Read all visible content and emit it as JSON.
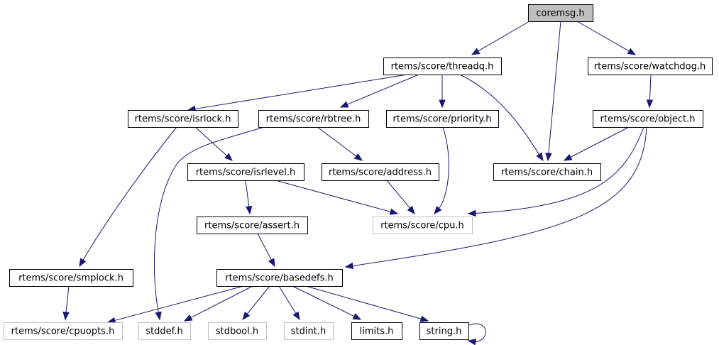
{
  "diagram": {
    "type": "include-dependency-graph",
    "root": "coremsg.h",
    "colors": {
      "edge": "#191970",
      "root_fill": "#bfbfbf",
      "node_border": "#000000",
      "external_border": "#bfbfbf"
    },
    "nodes": [
      {
        "id": "coremsg",
        "label": "coremsg.h",
        "kind": "root"
      },
      {
        "id": "threadq",
        "label": "rtems/score/threadq.h",
        "kind": "normal"
      },
      {
        "id": "watchdog",
        "label": "rtems/score/watchdog.h",
        "kind": "normal"
      },
      {
        "id": "isrlock",
        "label": "rtems/score/isrlock.h",
        "kind": "normal"
      },
      {
        "id": "rbtree",
        "label": "rtems/score/rbtree.h",
        "kind": "normal"
      },
      {
        "id": "priority",
        "label": "rtems/score/priority.h",
        "kind": "normal"
      },
      {
        "id": "object",
        "label": "rtems/score/object.h",
        "kind": "normal"
      },
      {
        "id": "isrlevel",
        "label": "rtems/score/isrlevel.h",
        "kind": "normal"
      },
      {
        "id": "address",
        "label": "rtems/score/address.h",
        "kind": "normal"
      },
      {
        "id": "chain",
        "label": "rtems/score/chain.h",
        "kind": "normal"
      },
      {
        "id": "assert",
        "label": "rtems/score/assert.h",
        "kind": "normal"
      },
      {
        "id": "cpu",
        "label": "rtems/score/cpu.h",
        "kind": "external"
      },
      {
        "id": "smplock",
        "label": "rtems/score/smplock.h",
        "kind": "normal"
      },
      {
        "id": "basedefs",
        "label": "rtems/score/basedefs.h",
        "kind": "normal"
      },
      {
        "id": "cpuopts",
        "label": "rtems/score/cpuopts.h",
        "kind": "external"
      },
      {
        "id": "stddef",
        "label": "stddef.h",
        "kind": "external"
      },
      {
        "id": "stdbool",
        "label": "stdbool.h",
        "kind": "external"
      },
      {
        "id": "stdint",
        "label": "stdint.h",
        "kind": "external"
      },
      {
        "id": "limits",
        "label": "limits.h",
        "kind": "normal"
      },
      {
        "id": "string",
        "label": "string.h",
        "kind": "normal"
      }
    ],
    "edges": [
      {
        "from": "coremsg",
        "to": "threadq"
      },
      {
        "from": "coremsg",
        "to": "chain"
      },
      {
        "from": "coremsg",
        "to": "watchdog"
      },
      {
        "from": "threadq",
        "to": "isrlock"
      },
      {
        "from": "threadq",
        "to": "rbtree"
      },
      {
        "from": "threadq",
        "to": "priority"
      },
      {
        "from": "threadq",
        "to": "chain"
      },
      {
        "from": "watchdog",
        "to": "object"
      },
      {
        "from": "isrlock",
        "to": "isrlevel"
      },
      {
        "from": "isrlock",
        "to": "smplock"
      },
      {
        "from": "rbtree",
        "to": "address"
      },
      {
        "from": "rbtree",
        "to": "stddef"
      },
      {
        "from": "priority",
        "to": "cpu"
      },
      {
        "from": "object",
        "to": "chain"
      },
      {
        "from": "object",
        "to": "cpu"
      },
      {
        "from": "object",
        "to": "basedefs"
      },
      {
        "from": "isrlevel",
        "to": "assert"
      },
      {
        "from": "isrlevel",
        "to": "cpu"
      },
      {
        "from": "address",
        "to": "cpu"
      },
      {
        "from": "assert",
        "to": "basedefs"
      },
      {
        "from": "smplock",
        "to": "cpuopts"
      },
      {
        "from": "basedefs",
        "to": "cpuopts"
      },
      {
        "from": "basedefs",
        "to": "stddef"
      },
      {
        "from": "basedefs",
        "to": "stdbool"
      },
      {
        "from": "basedefs",
        "to": "stdint"
      },
      {
        "from": "basedefs",
        "to": "limits"
      },
      {
        "from": "basedefs",
        "to": "string"
      },
      {
        "from": "string",
        "to": "string"
      }
    ]
  }
}
